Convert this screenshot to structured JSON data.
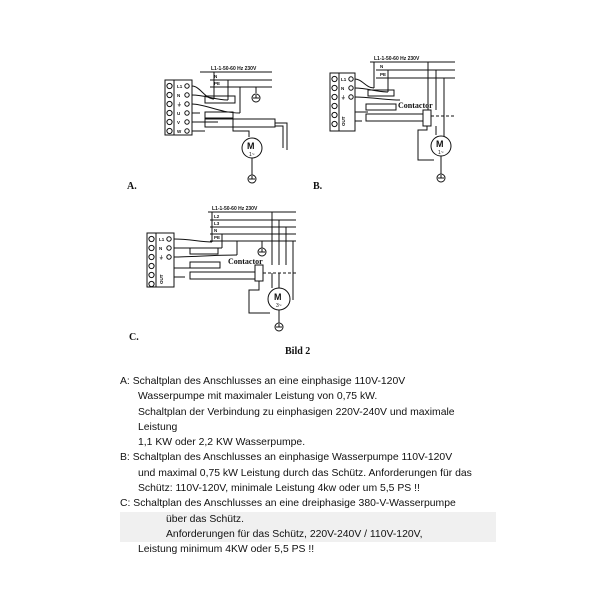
{
  "diagram_a": {
    "letter": "A.",
    "supply": "L1-1-50-60 Hz 230V",
    "lines": [
      "N",
      "PE"
    ],
    "terminals": [
      "L1",
      "N",
      "⏚",
      "U",
      "V",
      "W"
    ],
    "motor": {
      "m": "M",
      "phase": "1~"
    }
  },
  "diagram_b": {
    "letter": "B.",
    "supply": "L1-1-50-60 Hz 230V",
    "lines": [
      "N",
      "PE"
    ],
    "terminals": [
      "L1",
      "N",
      "⏚",
      "OUT"
    ],
    "contactor": "Contactor",
    "motor": {
      "m": "M",
      "phase": "1~"
    }
  },
  "diagram_c": {
    "letter": "C.",
    "supply": "L1-1-50-60 Hz 230V",
    "lines": [
      "L2",
      "L3",
      "N",
      "PE"
    ],
    "terminals": [
      "L1",
      "N",
      "⏚",
      "OUT"
    ],
    "contactor": "Contactor",
    "motor": {
      "m": "M",
      "phase": "3~"
    }
  },
  "caption": "Bild 2",
  "description": [
    "A: Schaltplan des Anschlusses an eine einphasige 110V-120V",
    "Wasserpumpe mit maximaler Leistung von 0,75 kW.",
    "Schaltplan der Verbindung zu einphasigen 220V-240V und maximale",
    "Leistung",
    "1,1 KW oder 2,2 KW Wasserpumpe.",
    "B: Schaltplan des Anschlusses an einphasige Wasserpumpe 110V-120V",
    "und maximal 0,75 kW Leistung durch das Schütz. Anforderungen für das",
    "Schütz: 110V-120V, minimale Leistung 4kw oder um 5,5 PS !!",
    "C: Schaltplan des Anschlusses an eine dreiphasige 380-V-Wasserpumpe",
    "über das Schütz.",
    "Anforderungen für das Schütz, 220V-240V / 110V-120V,",
    "Leistung minimum 4KW oder 5,5 PS !!"
  ],
  "colors": {
    "ink": "#111111",
    "shade": "#f0f0f0",
    "background": "#ffffff"
  }
}
